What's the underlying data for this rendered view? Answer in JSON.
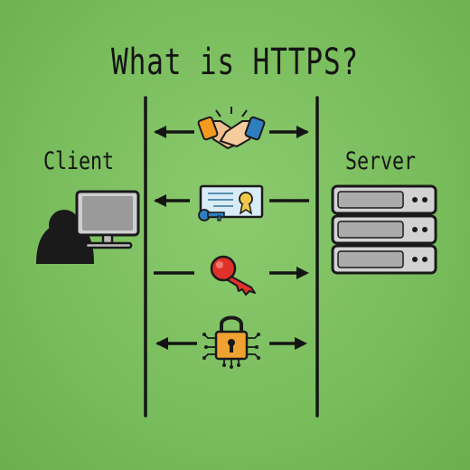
{
  "title": "What is HTTPS?",
  "client_label": "Client",
  "server_label": "Server",
  "colors": {
    "background": "#7cbf60",
    "ink": "#141414",
    "skin": "#f0c08e",
    "sleeve_left": "#f39a1f",
    "sleeve_right": "#2f7fc0",
    "certificate": "#d8ecf7",
    "certificate_key": "#2f7fc0",
    "private_key": "#e0322a",
    "padlock": "#f0a230",
    "server": "#d2d2d2"
  },
  "icons": [
    "handshake-icon",
    "certificate-icon",
    "red-key-icon",
    "padlock-icon",
    "client-user-icon",
    "monitor-icon",
    "server-rack-icon"
  ],
  "steps": [
    {
      "icon": "handshake-icon",
      "direction": "both"
    },
    {
      "icon": "certificate-icon",
      "direction": "to-client"
    },
    {
      "icon": "red-key-icon",
      "direction": "to-server"
    },
    {
      "icon": "padlock-icon",
      "direction": "both"
    }
  ]
}
